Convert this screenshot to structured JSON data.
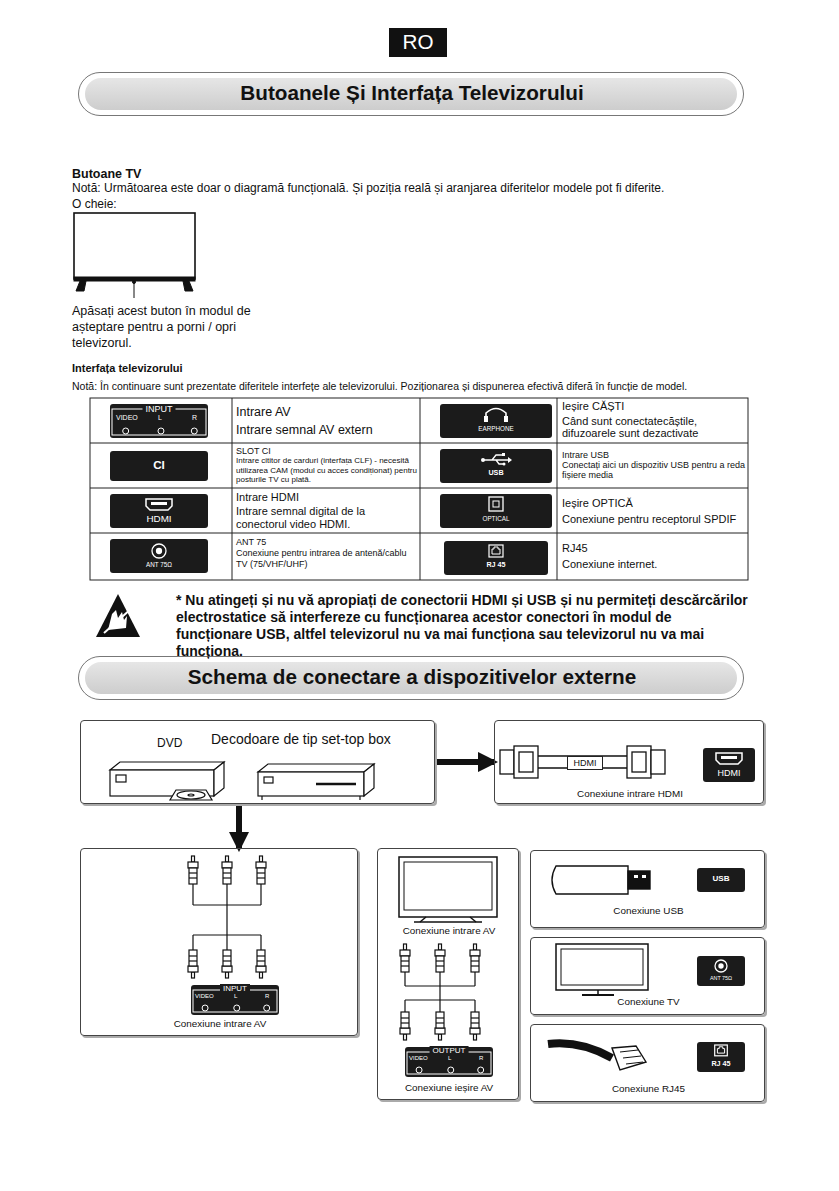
{
  "diagram": {
    "nodes": [
      {
        "text": [
          "RO"
        ]
      },
      {
        "text": [
          "Butoanele Și Interfața Televizorului"
        ]
      },
      {
        "text": [
          "INPUT",
          "VIDEO",
          "L",
          "R"
        ]
      },
      {
        "text": [
          "EARPHONE"
        ]
      },
      {
        "text": [
          "CI"
        ]
      },
      {
        "text": [
          "USB"
        ]
      },
      {
        "text": [
          "HDMI"
        ]
      },
      {
        "text": [
          "OPTICAL"
        ]
      },
      {
        "text": [
          "ANT 75Ω"
        ]
      },
      {
        "text": [
          "RJ 45"
        ]
      },
      {
        "text": [
          "Schema de conectare a dispozitivelor externe"
        ]
      },
      {
        "text": [
          "DVD",
          "Decodoare de tip set-top box"
        ]
      },
      {
        "text": [
          "Conexiune intrare HDMI"
        ]
      },
      {
        "text": [
          "HDMI"
        ],
        "in": 12
      },
      {
        "text": [
          "HDMI"
        ],
        "in": 12
      },
      {
        "text": [
          "Conexiune intrare AV"
        ]
      },
      {
        "text": [
          "INPUT",
          "VIDEO",
          "L",
          "R"
        ],
        "in": 15
      },
      {
        "text": [
          "Conexiune intrare AV",
          "Conexiune ieșire AV"
        ]
      },
      {
        "text": [
          "OUTPUT",
          "VIDEO",
          "L",
          "R"
        ],
        "in": 17
      },
      {
        "text": [
          "Conexiune USB"
        ]
      },
      {
        "text": [
          "USB"
        ],
        "in": 19
      },
      {
        "text": [
          "Conexiune TV"
        ]
      },
      {
        "text": [
          "ANT 75Ω"
        ],
        "in": 21
      },
      {
        "text": [
          "Conexiune RJ45"
        ]
      },
      {
        "text": [
          "RJ 45"
        ],
        "in": 23
      }
    ],
    "edges": [
      {
        "from": 11,
        "to": 12,
        "arrow": "to"
      },
      {
        "from": 11,
        "to": 15,
        "arrow": "to"
      }
    ],
    "labels": [
      "Butoane TV",
      "Notă: Următoarea este doar o diagramă funcțională. Și poziția reală și aranjarea diferitelor modele pot fi diferite.",
      "O cheie:",
      "Apăsați acest buton în modul de așteptare pentru a porni / opri televizorul.",
      "Interfața televizorului",
      "Notă: În continuare sunt prezentate diferitele interfețe ale televizorului. Poziționarea și dispunerea efectivă diferă în funcție de model.",
      "Intrare AV",
      "Intrare semnal AV extern",
      "Ieșire CĂȘTI",
      "Când sunt conectatecăștile, difuzoarele sunt dezactivate",
      "SLOT CI",
      "Intrare cititor de carduri (interfața CLF) - necesită utilizarea CAM (modul cu acces condiționat) pentru posturile TV cu plată.",
      "Intrare USB",
      "Conectați aici un dispozitiv USB pentru a reda fișiere media",
      "Intrare HDMI",
      "Intrare semnal digital de la conectorul video HDMI.",
      "Ieșire OPTICĂ",
      "Conexiune pentru receptorul SPDIF",
      "ANT 75",
      "Conexiune pentru intrarea de antenă/cablu TV (75/VHF/UHF)",
      "RJ45",
      "Conexiune internet.",
      "* Nu atingeți și nu vă apropiați de conectorii HDMI și USB și nu permiteți descărcărilor electrostatice să interfereze cu funcționarea acestor conectori în modul de funcționare USB, altfel televizorul nu va mai funcționa sau televizorul nu va mai funcționa."
    ]
  }
}
